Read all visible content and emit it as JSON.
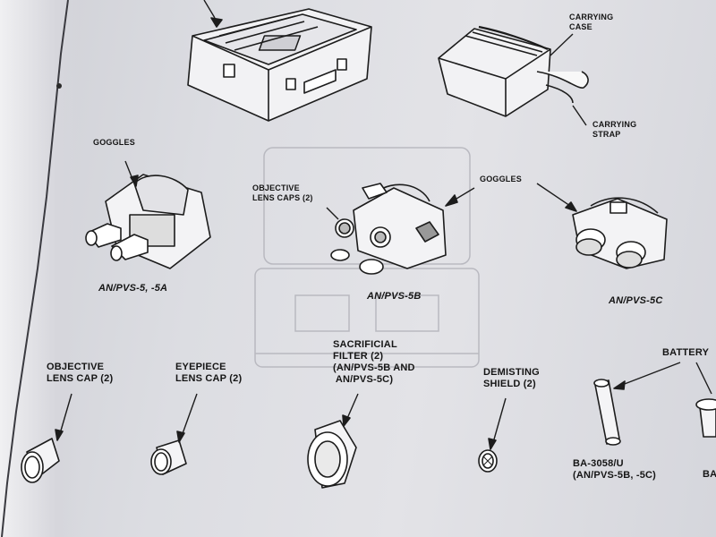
{
  "labels": {
    "carrying_case": "CARRYING\nCASE",
    "carrying_strap": "CARRYING\nSTRAP",
    "goggles_left": "GOGGLES",
    "goggles_center": "GOGGLES",
    "objective_lens_caps": "OBJECTIVE\nLENS CAPS (2)",
    "model_pvs5": "AN/PVS-5, -5A",
    "model_pvs5b": "AN/PVS-5B",
    "model_pvs5c": "AN/PVS-5C",
    "objective_lens_cap": "OBJECTIVE\nLENS CAP (2)",
    "eyepiece_lens_cap": "EYEPIECE\nLENS CAP (2)",
    "sacrificial_filter": "SACRIFICIAL\nFILTER (2)\n(AN/PVS-5B AND\n AN/PVS-5C)",
    "demisting_shield": "DEMISTING\nSHIELD (2)",
    "battery": "BATTERY",
    "battery_model": "BA-3058/U\n(AN/PVS-5B, -5C)",
    "battery_model_cut": "BA"
  }
}
